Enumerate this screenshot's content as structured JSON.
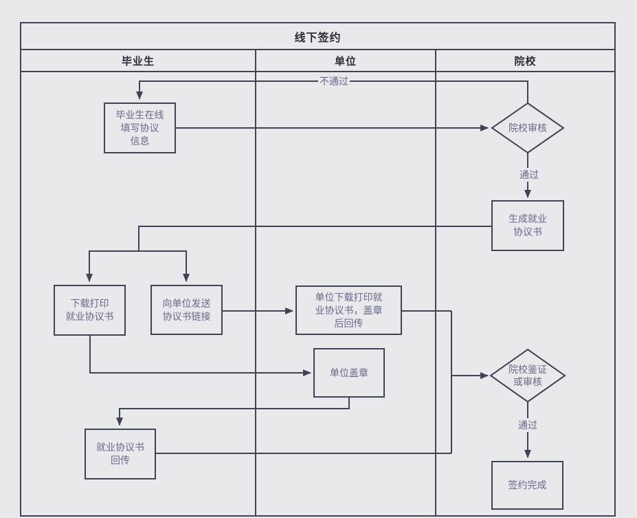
{
  "title": "线下签约",
  "lanes": [
    {
      "label": "毕业生"
    },
    {
      "label": "单位"
    },
    {
      "label": "院校"
    }
  ],
  "nodes": {
    "graduate_fill": {
      "text": "毕业生在线\n填写协议\n信息"
    },
    "college_review": {
      "text": "院校审核"
    },
    "generate_agreement": {
      "text": "生成就业\n协议书"
    },
    "download_print": {
      "text": "下载打印\n就业协议书"
    },
    "send_link": {
      "text": "向单位发送\n协议书链接"
    },
    "employer_download": {
      "text": "单位下载打印就\n业协议书，盖章\n后回传"
    },
    "employer_stamp": {
      "text": "单位盖章"
    },
    "agreement_return": {
      "text": "就业协议书\n回传"
    },
    "college_verify": {
      "text": "院校鉴证\n或审核"
    },
    "signing_complete": {
      "text": "签约完成"
    }
  },
  "edge_labels": {
    "not_pass": "不通过",
    "pass_1": "通过",
    "pass_2": "通过"
  },
  "colors": {
    "background": "#e9e8ea",
    "line": "#3f4356",
    "node_text": "#67698a",
    "header_text": "#2b2c38"
  }
}
